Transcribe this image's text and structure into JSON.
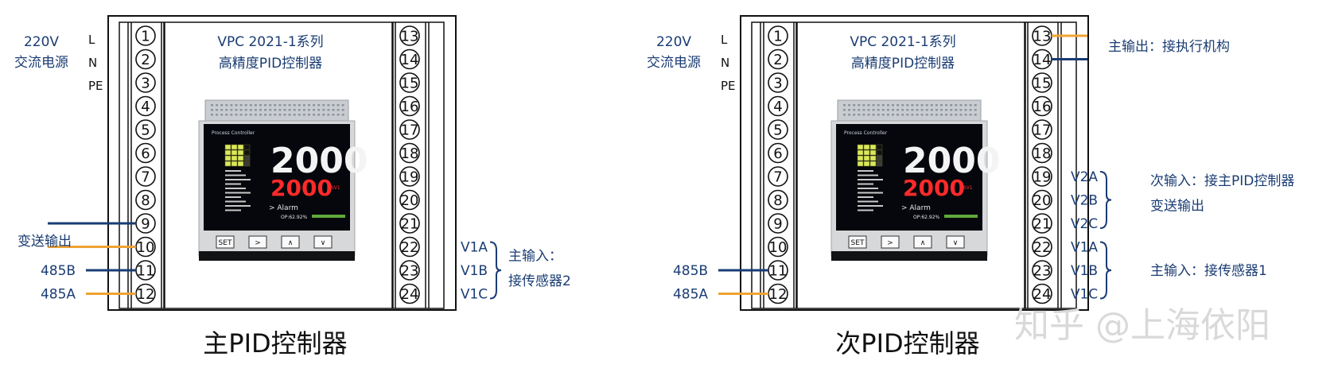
{
  "colors": {
    "blue_wire": "#1a3c73",
    "orange_wire": "#f0a233",
    "label_blue": "#1a3c73"
  },
  "panels": [
    {
      "id": "primary",
      "device_title_1": "VPC 2021-1系列",
      "device_title_2": "高精度PID控制器",
      "caption": "主PID控制器",
      "power_label_1": "220V",
      "power_label_2": "交流电源",
      "side_l": "L",
      "side_n": "N",
      "side_pe": "PE",
      "left_labels": {
        "t9": "变送输出",
        "t11": "485B",
        "t12": "485A"
      },
      "right_group1": {
        "v1": "V1A",
        "v2": "V1B",
        "v3": "V1C",
        "desc1": "主输入：",
        "desc2": "接传感器2"
      }
    },
    {
      "id": "secondary",
      "device_title_1": "VPC 2021-1系列",
      "device_title_2": "高精度PID控制器",
      "caption": "次PID控制器",
      "power_label_1": "220V",
      "power_label_2": "交流电源",
      "side_l": "L",
      "side_n": "N",
      "side_pe": "PE",
      "left_labels": {
        "t11": "485B",
        "t12": "485A"
      },
      "right_output": "主输出：接执行机构",
      "right_group2": {
        "v1": "V2A",
        "v2": "V2B",
        "v3": "V2C",
        "desc1": "次输入：接主PID控制器",
        "desc2": "变送输出"
      },
      "right_group1": {
        "v1": "V1A",
        "v2": "V1B",
        "v3": "V1C",
        "desc1": "主输入：接传感器1"
      }
    }
  ],
  "terminals_left": [
    "1",
    "2",
    "3",
    "4",
    "5",
    "6",
    "7",
    "8",
    "9",
    "10",
    "11",
    "12"
  ],
  "terminals_right": [
    "13",
    "14",
    "15",
    "16",
    "17",
    "18",
    "19",
    "20",
    "21",
    "22",
    "23",
    "24"
  ],
  "screen": {
    "brand": "Process Controller",
    "pv": "2000",
    "sv": "2000",
    "sv_tag": "SV1",
    "alarm": "> Alarm",
    "op": "OP:62.92%",
    "buttons": [
      "SET",
      ">",
      "∧",
      "∨"
    ]
  },
  "watermark": "知乎 @上海依阳"
}
